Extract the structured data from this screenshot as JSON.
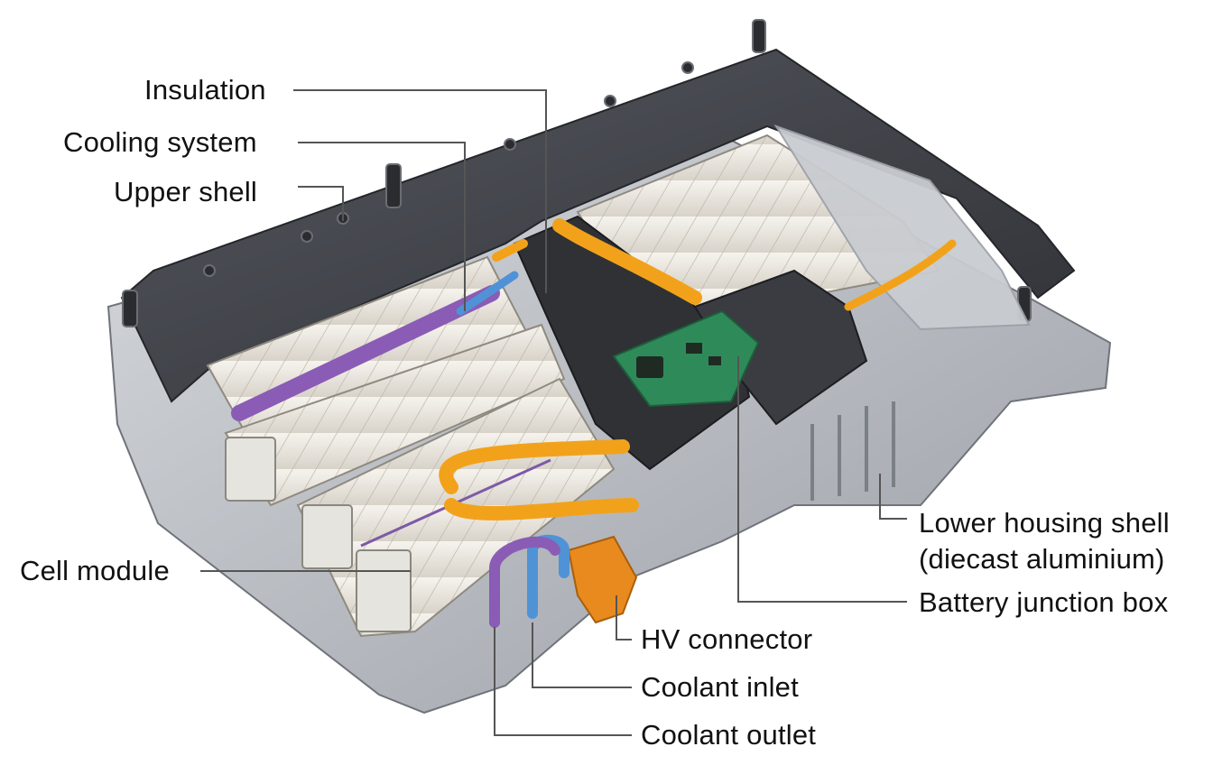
{
  "diagram": {
    "labels": {
      "insulation": "Insulation",
      "cooling_system": "Cooling system",
      "upper_shell": "Upper shell",
      "cell_module": "Cell module",
      "lower_housing_line1": "Lower housing shell",
      "lower_housing_line2": "(diecast aluminium)",
      "battery_junction_box": "Battery junction box",
      "hv_connector": "HV connector",
      "coolant_inlet": "Coolant inlet",
      "coolant_outlet": "Coolant outlet"
    },
    "colors": {
      "housing_dark": "#3c3e44",
      "housing_light": "#b8bcc2",
      "cable_orange": "#f2a21a",
      "pipe_purple": "#8a5cb5",
      "pipe_blue": "#4f93d6",
      "pcb_green": "#2f8a5a",
      "cell_white": "#ece8e0",
      "leader_line": "#555555"
    }
  }
}
